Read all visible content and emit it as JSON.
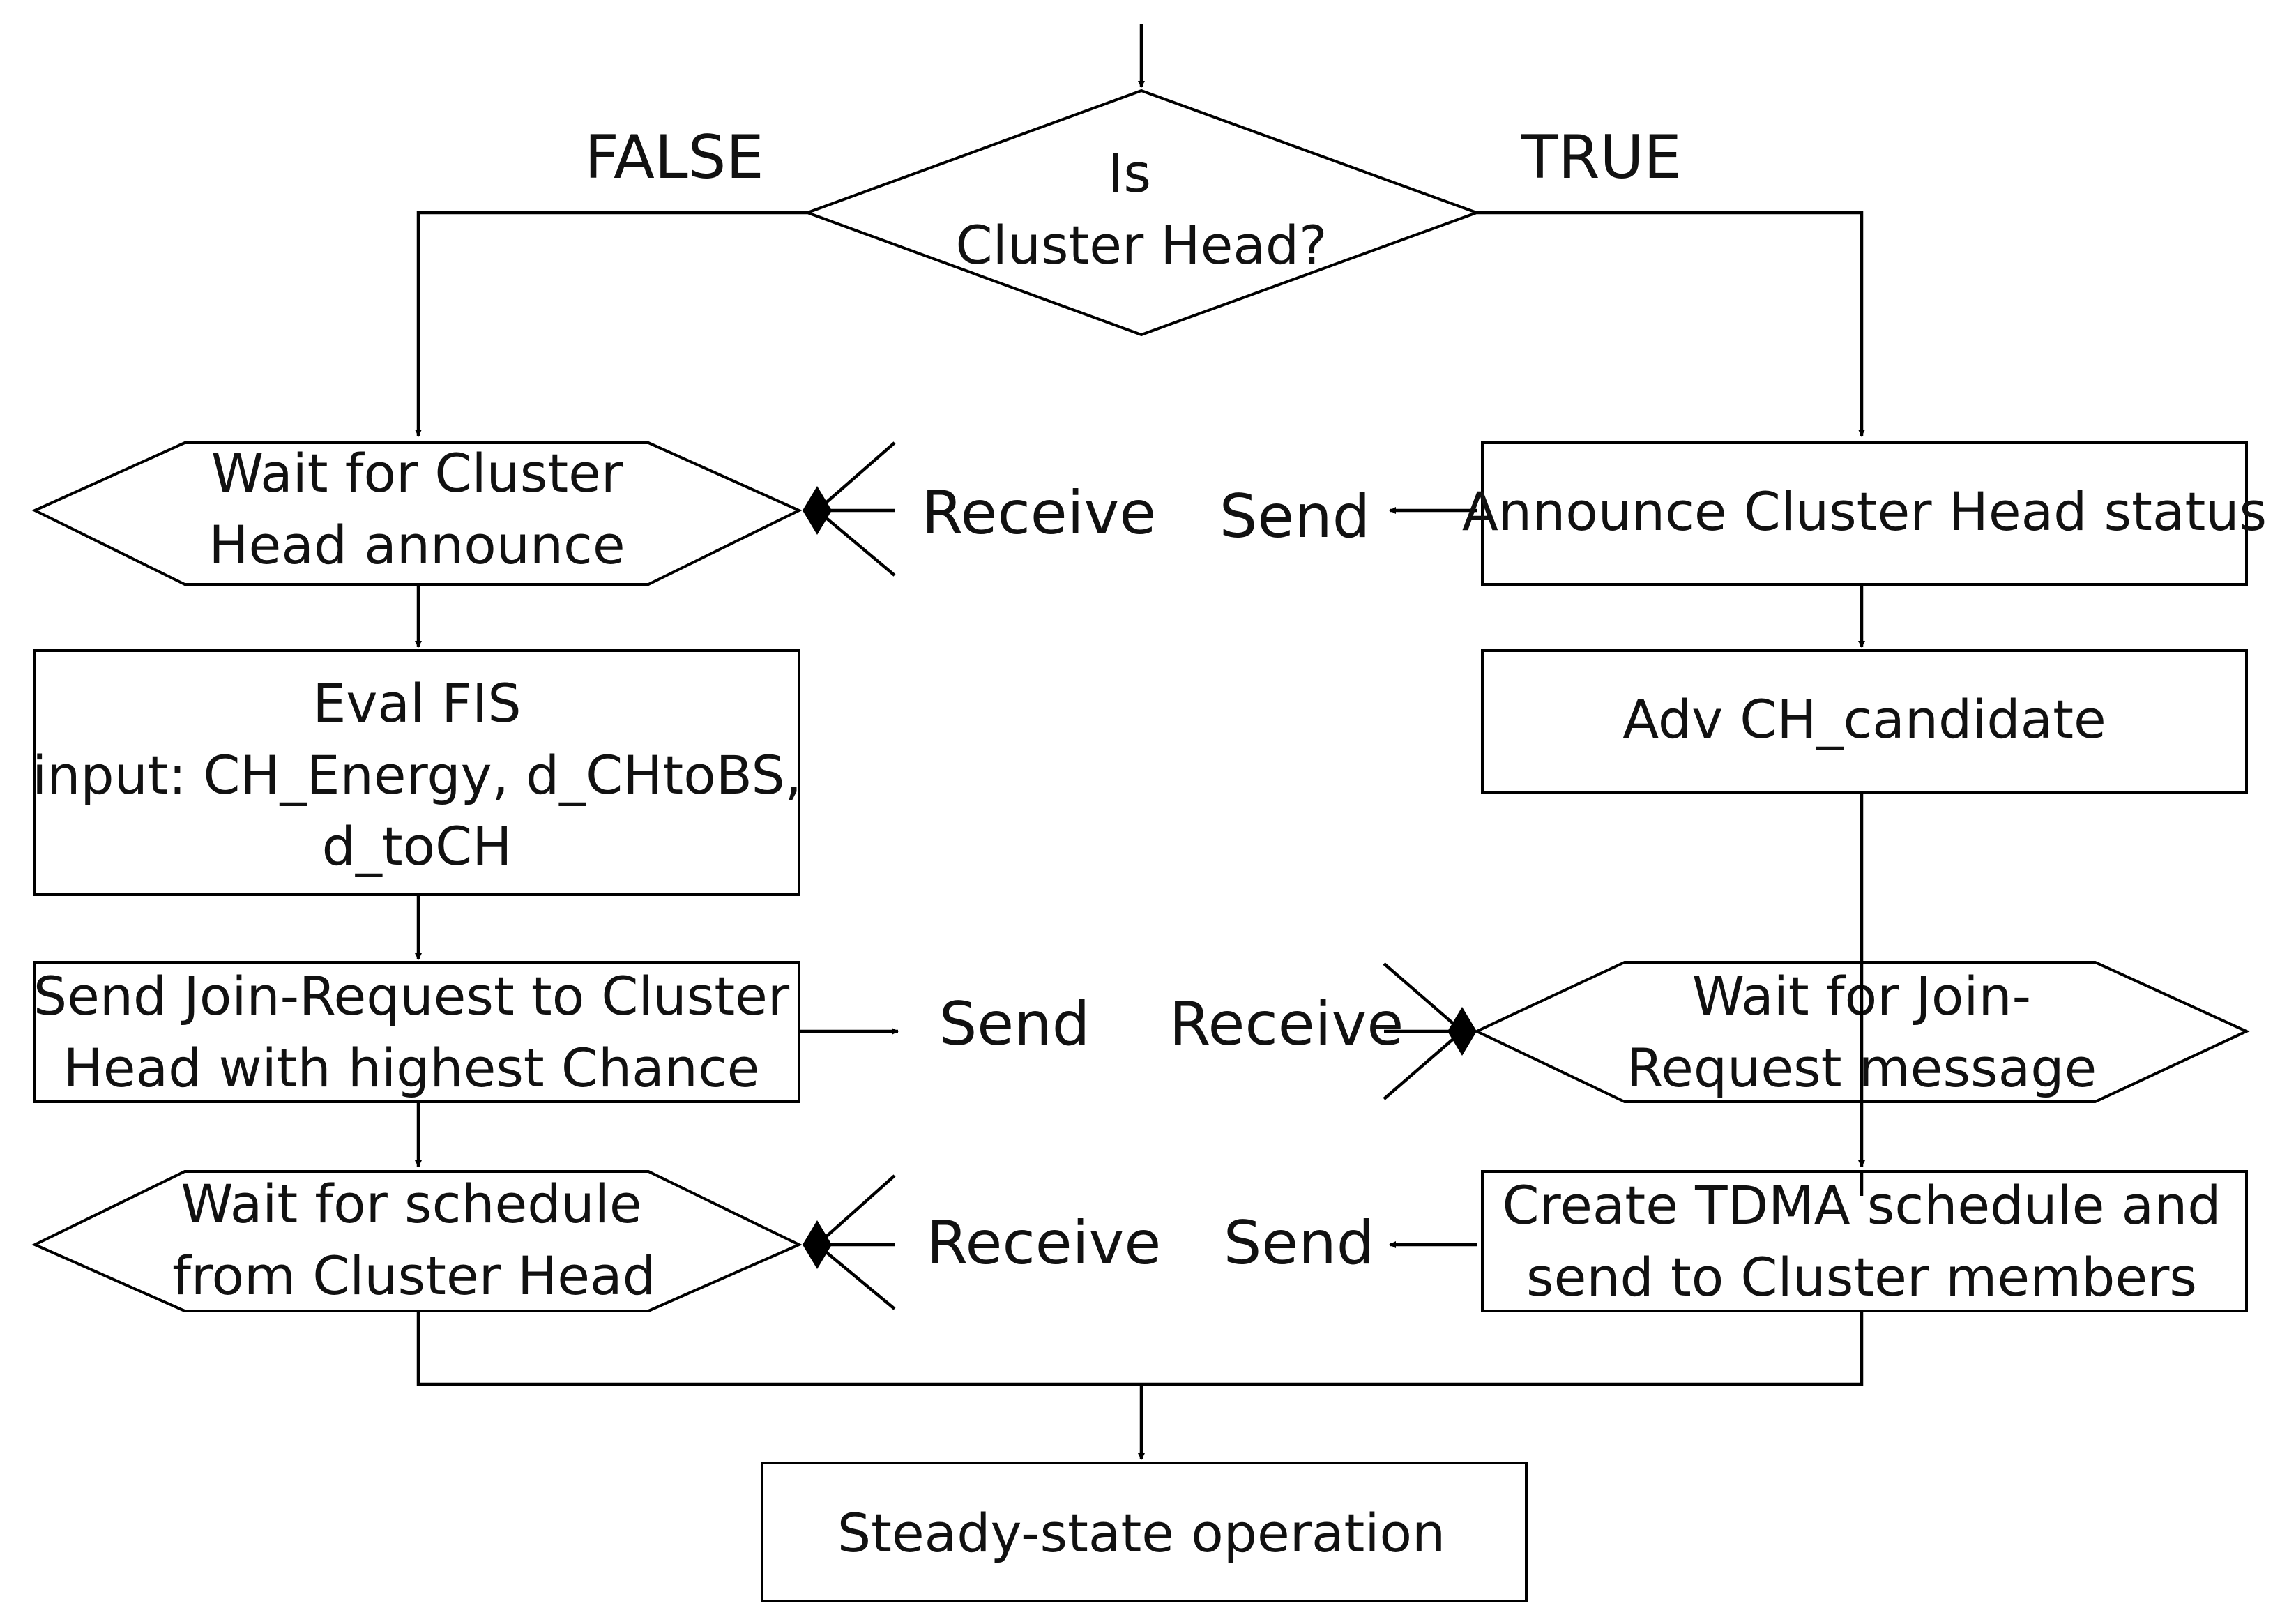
{
  "decision": {
    "line1": "Is",
    "line2": "Cluster Head?"
  },
  "branches": {
    "false_label": "FALSE",
    "true_label": "TRUE"
  },
  "left": {
    "wait_announce": {
      "line1": "Wait for Cluster",
      "line2": "Head announce"
    },
    "eval_fis": {
      "line1": "Eval FIS",
      "line2": "input: CH_Energy, d_CHtoBS,",
      "line3": "d_toCH"
    },
    "send_join": {
      "line1": "Send Join-Request to Cluster",
      "line2": "Head with highest Chance"
    },
    "wait_schedule": {
      "line1": "Wait for schedule",
      "line2": "from Cluster Head"
    }
  },
  "right": {
    "announce": {
      "line1": "Announce Cluster Head status"
    },
    "adv_candidate": {
      "line1": "Adv CH_candidate"
    },
    "wait_join": {
      "line1": "Wait for Join-",
      "line2": "Request message"
    },
    "create_tdma": {
      "line1": "Create TDMA schedule and",
      "line2": "send to Cluster members"
    }
  },
  "final": {
    "line1": "Steady-state operation"
  },
  "messages": {
    "row1": {
      "receive": "Receive",
      "send": "Send"
    },
    "row2": {
      "send": "Send",
      "receive": "Receive"
    },
    "row3": {
      "receive": "Receive",
      "send": "Send"
    }
  }
}
